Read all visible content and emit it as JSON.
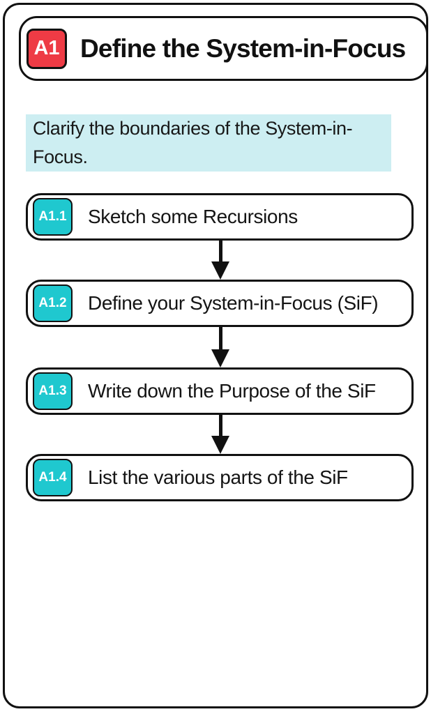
{
  "header": {
    "badge": "A1",
    "title": "Define the System-in-Focus"
  },
  "intro": {
    "text": "Clarify the boundaries of the System-in-Focus.",
    "line1": "Clarify the boundaries of the System-in-",
    "line2": "Focus."
  },
  "steps": [
    {
      "badge": "A1.1",
      "label": "Sketch some Recursions"
    },
    {
      "badge": "A1.2",
      "label": "Define your System-in-Focus (SiF)"
    },
    {
      "badge": "A1.3",
      "label": "Write down the Purpose of the SiF"
    },
    {
      "badge": "A1.4",
      "label": "List the various parts of the SiF"
    }
  ],
  "colors": {
    "header_badge_red": "#ee3b45",
    "step_badge_teal": "#1fc8cf",
    "highlight_background": "#cdeef2",
    "border_black": "#111111"
  }
}
